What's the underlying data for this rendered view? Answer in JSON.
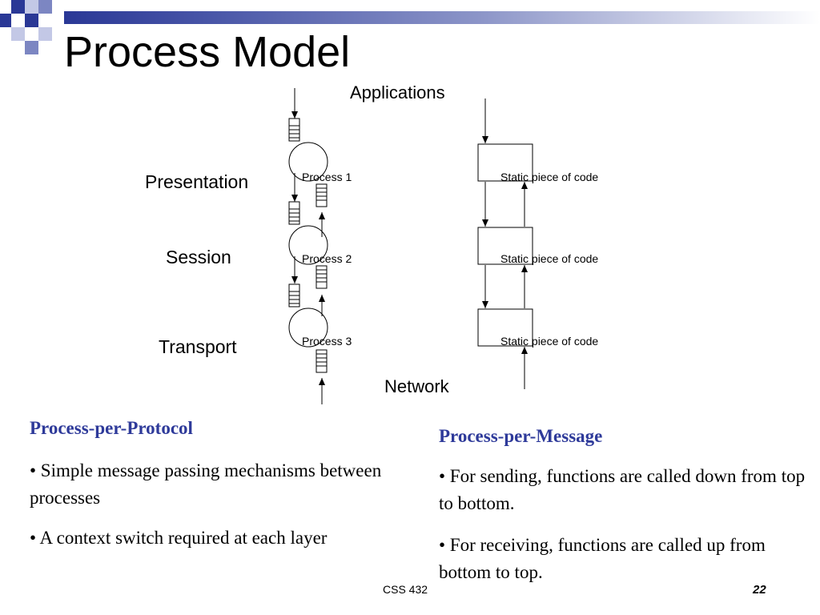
{
  "slide": {
    "title": "Process Model",
    "accent_color": "#2e3a9a"
  },
  "diagram": {
    "applications_label": "Applications",
    "network_label": "Network",
    "layers": [
      {
        "label": "Presentation",
        "process": "Process 1",
        "code": "Static piece of code"
      },
      {
        "label": "Session",
        "process": "Process 2",
        "code": "Static piece of code"
      },
      {
        "label": "Transport",
        "process": "Process 3",
        "code": "Static piece of code"
      }
    ]
  },
  "left_column": {
    "heading": "Process-per-Protocol",
    "bullets": [
      "• Simple message passing mechanisms between processes",
      "• A context switch required at each layer"
    ]
  },
  "right_column": {
    "heading": "Process-per-Message",
    "bullets": [
      "• For sending, functions are called down from top to bottom.",
      "• For receiving, functions are called up from bottom to top."
    ]
  },
  "footer": {
    "course": "CSS 432",
    "page_number": "22"
  }
}
